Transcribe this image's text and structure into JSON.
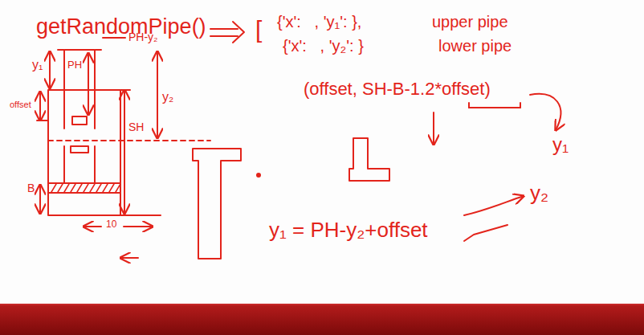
{
  "diagram": {
    "labels": [
      "getRandomPipe()",
      "[",
      "{'x':   , 'y₁': },",
      "upper pipe",
      "{'x':   , 'y₂': }",
      "lower pipe",
      "y₁",
      "PH",
      "PH-y₂",
      "offset",
      "y₂",
      "SH",
      "B",
      "10",
      "(offset, SH-B-1.2*offset)",
      "y₁",
      "y₂",
      "y₁ = PH-y₂+offset"
    ]
  }
}
